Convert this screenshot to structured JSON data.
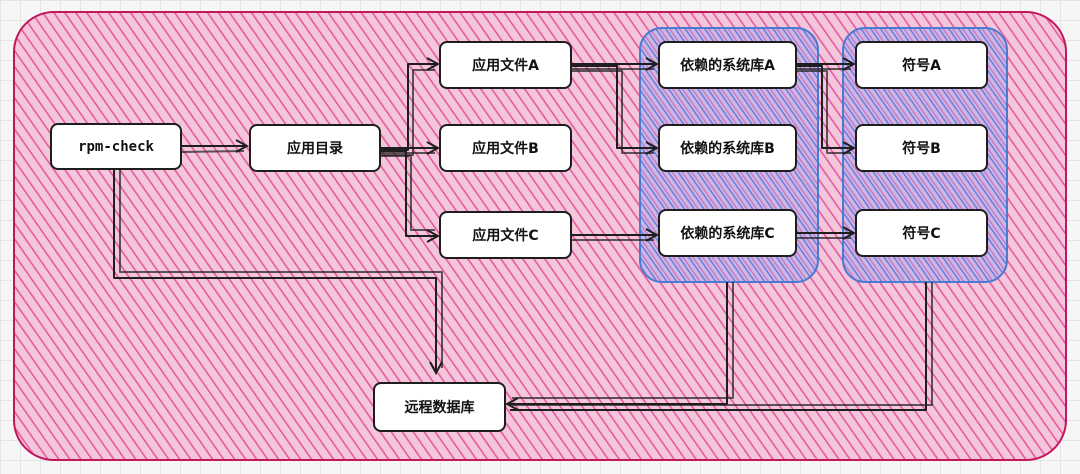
{
  "diagram": {
    "nodes": {
      "rpm_check": "rpm-check",
      "app_dir": "应用目录",
      "file_a": "应用文件A",
      "file_b": "应用文件B",
      "file_c": "应用文件C",
      "lib_a": "依赖的系统库A",
      "lib_b": "依赖的系统库B",
      "lib_c": "依赖的系统库C",
      "sym_a": "符号A",
      "sym_b": "符号B",
      "sym_c": "符号C",
      "remote_db": "远程数据库"
    },
    "colors": {
      "outer_fill": "#e0358a",
      "outer_stroke": "#c2185b",
      "group_fill": "#3b5bdb",
      "group_stroke": "#4a7bd0",
      "arrow": "#1e1e1e"
    }
  }
}
